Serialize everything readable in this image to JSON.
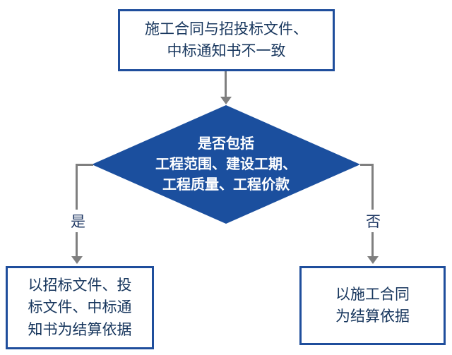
{
  "colors": {
    "box_border": "#1F4E9C",
    "diamond_fill": "#1B4F9E",
    "box_text": "#17365D",
    "diamond_text": "#FFFFFF",
    "connector": "#7F7F7F"
  },
  "flowchart": {
    "top_box": {
      "text": "施工合同与招投标文件、\n中标通知书不一致"
    },
    "diamond": {
      "text": "是否包括\n工程范围、建设工期、\n工程质量、工程价款"
    },
    "left_box": {
      "text": "以招标文件、投\n标文件、中标通\n知书为结算依据"
    },
    "right_box": {
      "text": "以施工合同\n为结算依据"
    },
    "yes_label": "是",
    "no_label": "否"
  }
}
